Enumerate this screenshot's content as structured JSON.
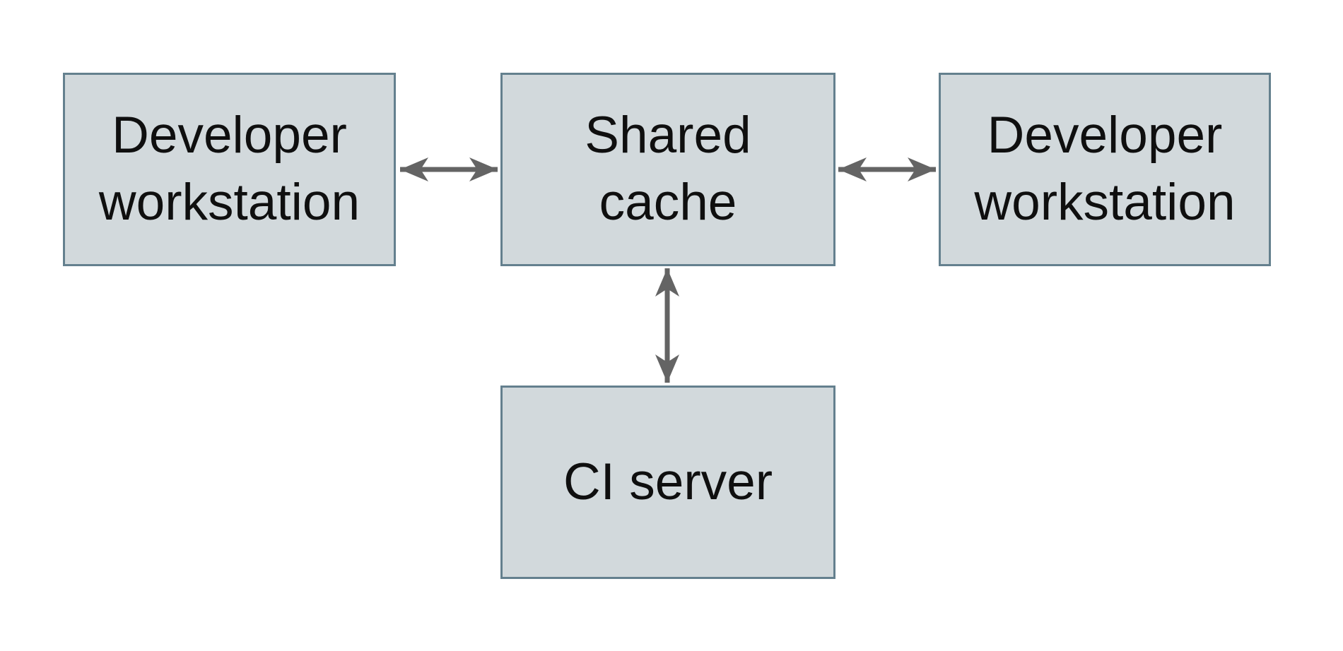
{
  "diagram": {
    "type": "architecture-diagram",
    "colors": {
      "background": "#ffffff",
      "node_fill": "#d2d9dc",
      "node_border": "#64808e",
      "arrow": "#646464",
      "text": "#0f0f0f"
    },
    "nodes": [
      {
        "id": "developer-workstation-left",
        "label": "Developer\nworkstation"
      },
      {
        "id": "shared-cache",
        "label": "Shared\ncache"
      },
      {
        "id": "developer-workstation-right",
        "label": "Developer\nworkstation"
      },
      {
        "id": "ci-server",
        "label": "CI server"
      }
    ],
    "edges": [
      {
        "from": "developer-workstation-left",
        "to": "shared-cache",
        "style": "bidirectional-arrow"
      },
      {
        "from": "shared-cache",
        "to": "developer-workstation-right",
        "style": "bidirectional-arrow"
      },
      {
        "from": "shared-cache",
        "to": "ci-server",
        "style": "bidirectional-arrow"
      }
    ]
  }
}
